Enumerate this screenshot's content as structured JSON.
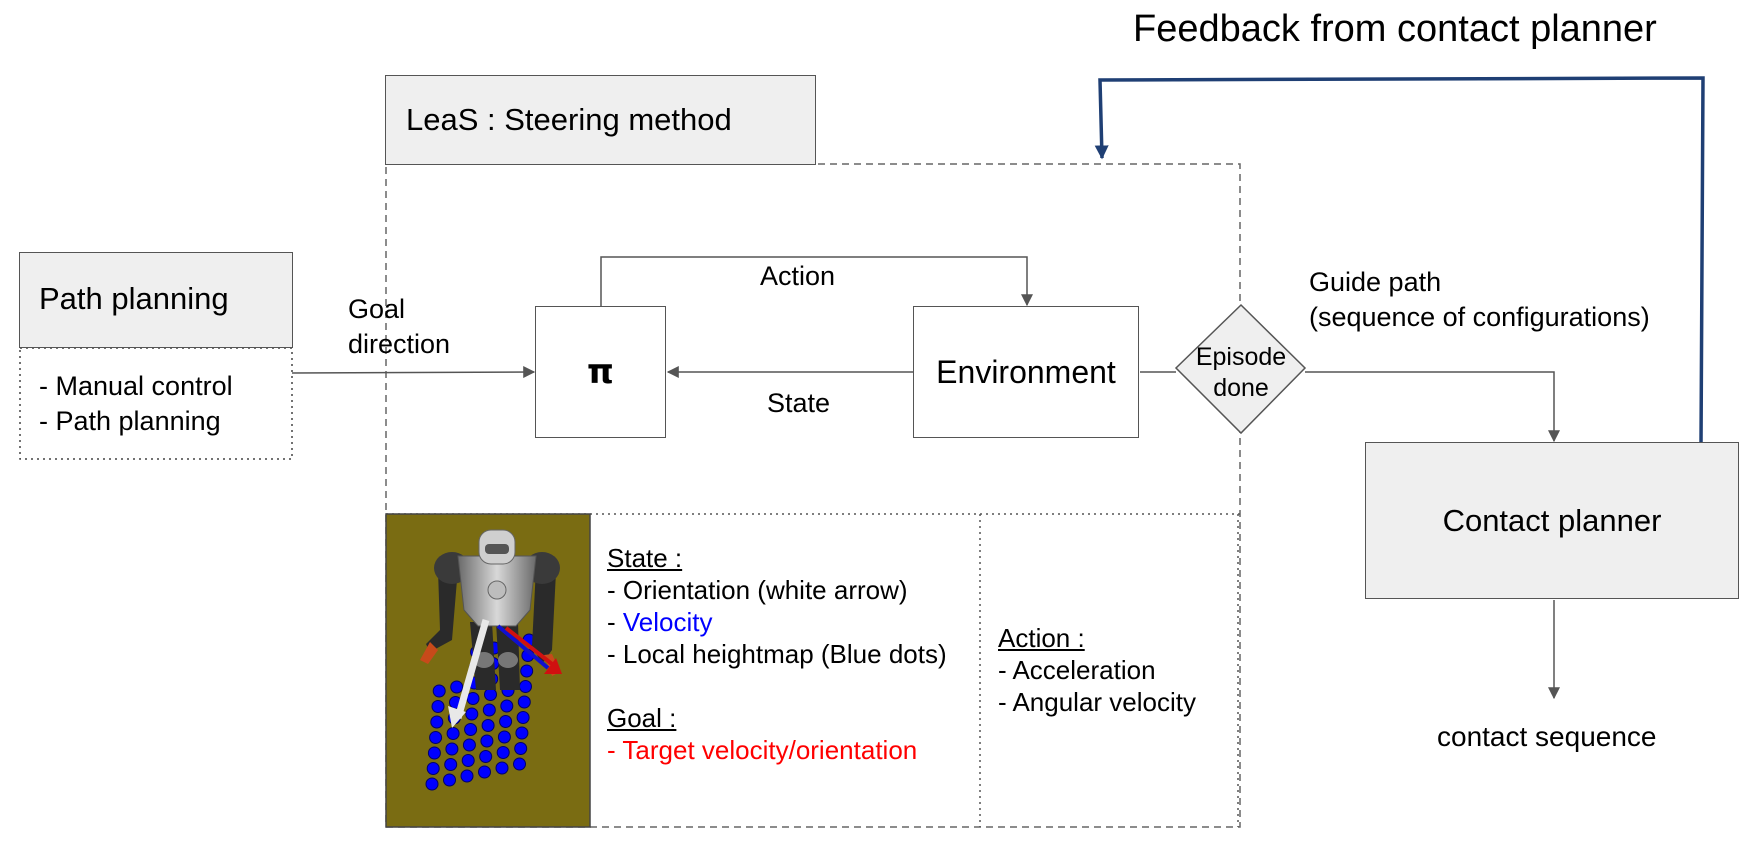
{
  "feedback_label": "Feedback from contact planner",
  "leas_title": "LeaS : Steering method",
  "path_planning": {
    "title": "Path planning",
    "options": [
      "- Manual control",
      "- Path planning"
    ]
  },
  "goal_direction": [
    "Goal",
    "direction"
  ],
  "policy_symbol": "π",
  "action_label": "Action",
  "state_label": "State",
  "environment_label": "Environment",
  "episode_done": [
    "Episode",
    "done"
  ],
  "guide_path": [
    "Guide path",
    "(sequence of configurations)"
  ],
  "contact_planner_label": "Contact planner",
  "contact_sequence_label": "contact sequence",
  "state_panel": {
    "state_heading": "State :",
    "orientation": "- Orientation (white arrow)",
    "velocity_prefix": "- ",
    "velocity": "Velocity",
    "heightmap": "- Local heightmap (Blue dots)",
    "goal_heading": "Goal :",
    "target": "- Target velocity/orientation"
  },
  "action_panel": {
    "heading": "Action :",
    "items": [
      "- Acceleration",
      "- Angular velocity"
    ]
  },
  "colors": {
    "feedback_line": "#1f3f74",
    "box_fill": "#efefef",
    "robot_background": "#7a6c12",
    "heightmap_dots": "#0000ff",
    "target_text": "#ff0000",
    "velocity_text": "#0000ff"
  }
}
